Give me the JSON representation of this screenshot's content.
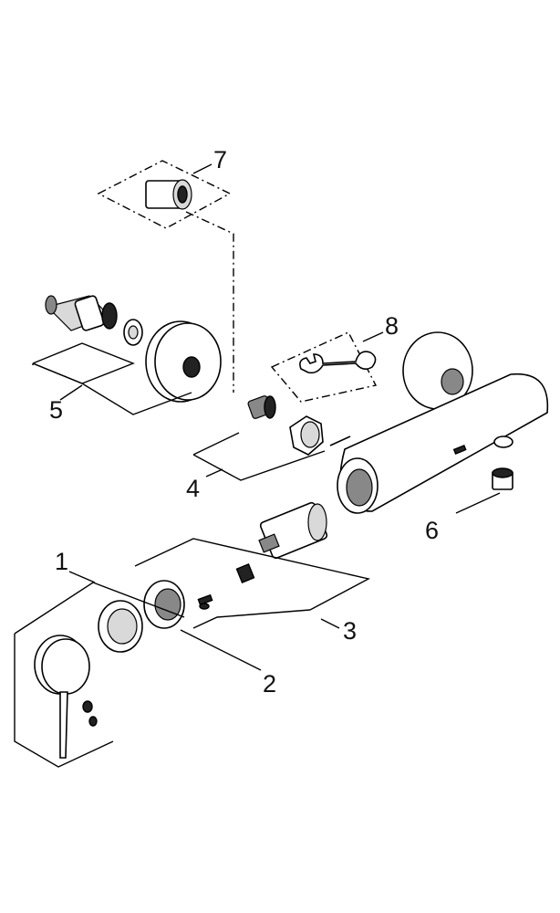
{
  "callouts": {
    "c1": "1",
    "c2": "2",
    "c3": "3",
    "c4": "4",
    "c5": "5",
    "c6": "6",
    "c7": "7",
    "c8": "8"
  },
  "colors": {
    "line": "#000000",
    "fill": "#ffffff",
    "shade_dark": "#222222",
    "shade_mid": "#888888"
  }
}
